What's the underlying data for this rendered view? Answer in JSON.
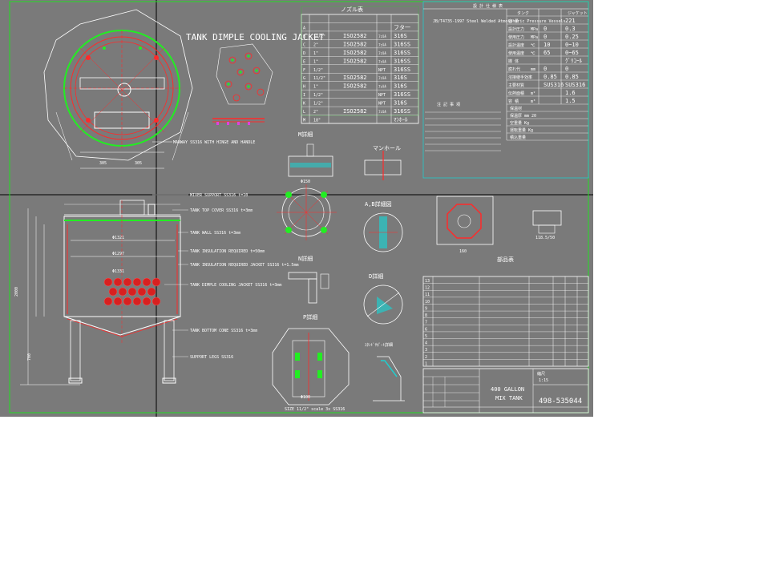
{
  "drawing": {
    "plan_title": "TANK DIMPLE COOLING JACKET",
    "nozzle_table": {
      "header": "ノズル表",
      "rows": [
        {
          "mark": "A",
          "size": "",
          "spec": "",
          "material": "",
          "note": "フタ一"
        },
        {
          "mark": "B",
          "size": "11/2\"",
          "spec": "ISO2582",
          "material": "ﾌｪﾙﾙ",
          "note": "316S"
        },
        {
          "mark": "C",
          "size": "2\"",
          "spec": "ISO2582",
          "material": "ﾌｪﾙﾙ",
          "note": "316SS"
        },
        {
          "mark": "D",
          "size": "1\"",
          "spec": "ISO2582",
          "material": "ﾌｪﾙﾙ",
          "note": "316SS"
        },
        {
          "mark": "E",
          "size": "1\"",
          "spec": "ISO2582",
          "material": "ﾌｪﾙﾙ",
          "note": "316SS"
        },
        {
          "mark": "F",
          "size": "1/2\"",
          "spec": "",
          "material": "NPT",
          "note": "316SS"
        },
        {
          "mark": "G",
          "size": "11/2\"",
          "spec": "ISO2582",
          "material": "ﾌｪﾙﾙ",
          "note": "316S"
        },
        {
          "mark": "H",
          "size": "1\"",
          "spec": "ISO2582",
          "material": "ﾌｪﾙﾙ",
          "note": "316S"
        },
        {
          "mark": "I",
          "size": "1/2\"",
          "spec": "",
          "material": "NPT",
          "note": "316SS"
        },
        {
          "mark": "K",
          "size": "1/2\"",
          "spec": "",
          "material": "NPT",
          "note": "316S"
        },
        {
          "mark": "L",
          "size": "2\"",
          "spec": "ISO2582",
          "material": "ﾌｪﾙﾙ",
          "note": "316SS"
        },
        {
          "mark": "M",
          "size": "18\"",
          "spec": "",
          "material": "",
          "note": "ﾏﾝﾎｰﾙ"
        }
      ]
    },
    "spec_table": {
      "header": "設 計 仕 様 表",
      "col_headers": [
        "",
        "タンク",
        "ジャケット"
      ],
      "rows": [
        {
          "item": "容 量",
          "unit": "",
          "tank": "",
          "jacket": "221"
        },
        {
          "item": "設計圧力",
          "unit": "MPa",
          "tank": "0",
          "jacket": "0.3"
        },
        {
          "item": "使用圧力",
          "unit": "MPa",
          "tank": "0",
          "jacket": "0.25"
        },
        {
          "item": "設計温度",
          "unit": "℃",
          "tank": "10",
          "jacket": "0~10"
        },
        {
          "item": "使用温度",
          "unit": "℃",
          "tank": "65",
          "jacket": "0~65"
        },
        {
          "item": "媒 体",
          "unit": "",
          "tank": "",
          "jacket": "ｸﾞﾘｺｰﾙ"
        },
        {
          "item": "腐れ代",
          "unit": "mm",
          "tank": "0",
          "jacket": "0"
        },
        {
          "item": "溶接継手効率",
          "unit": "",
          "tank": "0.85",
          "jacket": "0.85"
        },
        {
          "item": "主要材質",
          "unit": "",
          "tank": "SUS316",
          "jacket": "SUS316"
        },
        {
          "item": "伝熱面積",
          "unit": "m²",
          "tank": "",
          "jacket": "1.6"
        },
        {
          "item": "容 積",
          "unit": "m³",
          "tank": "",
          "jacket": "1.5"
        }
      ],
      "extra_rows": [
        "保温材",
        "保温厚 mm 20",
        "空重量 Kg",
        "運転重量 Kg",
        "積込重量"
      ],
      "notes_header": "注 記 事 項",
      "code_ref": "JB/T4735-1997 Steel Welded Atmospheric Pressure Vessels"
    },
    "parts_table": {
      "header": "部品表",
      "row_numbers": [
        "13",
        "12",
        "11",
        "10",
        "9",
        "8",
        "7",
        "6",
        "5",
        "4",
        "3",
        "2",
        "1"
      ]
    },
    "title_block": {
      "name_line1": "400 GALLON",
      "name_line2": "MIX TANK",
      "drawing_number": "498-535044",
      "scale_label": "縮尺",
      "scale_value": "1:15"
    },
    "detail_labels": {
      "m_detail": "M詳細",
      "manhole": "マンホール",
      "ab_detail": "A,B詳細図",
      "n_detail": "N詳細",
      "d_detail": "D詳細",
      "p_detail": "P詳細",
      "leg_detail": "ｽﾀﾝﾄﾞｻﾎﾟｰﾄ詳細",
      "section_note": "SIZE 11/2\" scale 3x SS316"
    },
    "callouts": [
      "MIXER SUPPORT SS316 t=10",
      "TANK TOP COVER SS316 t=3mm",
      "TANK WALL SS316 t=3mm",
      "TANK INSULATION REQUIRED t=50mm",
      "TANK INSULATION REQUIRED JACKET SS316 t=1.5mm",
      "TANK DIMPLE COOLING JACKET SS316 t=3mm",
      "TANK BOTTOM CONE SS316 t=3mm",
      "SUPPORT LEGS SS316",
      "MANWAY SS316 WITH HINGE AND HANDLE"
    ],
    "dimensions": {
      "shell_dia": "Φ1321",
      "inner_dia": "Φ1297",
      "jacket_dia": "Φ1331",
      "total_height": "2000",
      "leg_length": "700",
      "d150": "Φ150",
      "d100": "Φ100",
      "dim_160": "160",
      "dim_305a": "305",
      "dim_305b": "305",
      "dim_118": "118.5/50"
    },
    "colors": {
      "background": "#7a7a7a",
      "frame": "#22dd22",
      "line": "#ffffff",
      "red": "#ff2a2a",
      "green": "#22ee22",
      "cyan": "#22cccc",
      "yellow": "#ffff66"
    }
  }
}
